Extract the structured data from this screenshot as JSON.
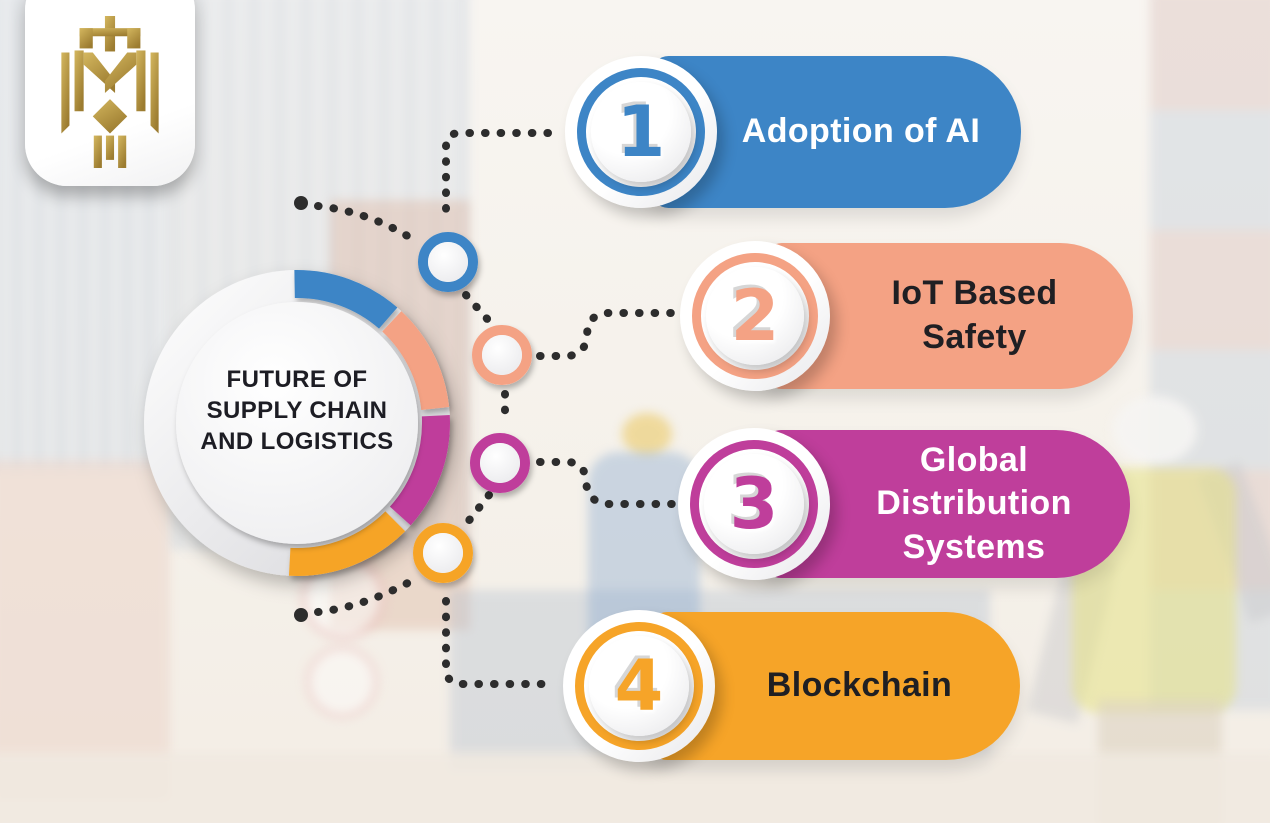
{
  "infographic": {
    "center_title_lines": [
      "FUTURE OF",
      "SUPPLY CHAIN",
      "AND LOGISTICS"
    ],
    "items": [
      {
        "number": "1",
        "label": "Adoption of AI",
        "color": "#3d85c6",
        "label_color": "#ffffff"
      },
      {
        "number": "2",
        "label": "IoT Based Safety",
        "color": "#f4a284",
        "label_color": "#1f1f23"
      },
      {
        "number": "3",
        "label": "Global Distribution Systems",
        "color": "#bf3e9b",
        "label_color": "#ffffff"
      },
      {
        "number": "4",
        "label": "Blockchain",
        "color": "#f6a428",
        "label_color": "#1f1f23"
      }
    ],
    "logo_icon": "gold-lion-crest-logo",
    "style_colors": {
      "page_background": "#f6f2ec",
      "connector_dots": "#2d2d2d",
      "hub_text": "#1d1d24",
      "gold_dark": "#9c7c30",
      "gold_light": "#d4b75f"
    }
  }
}
